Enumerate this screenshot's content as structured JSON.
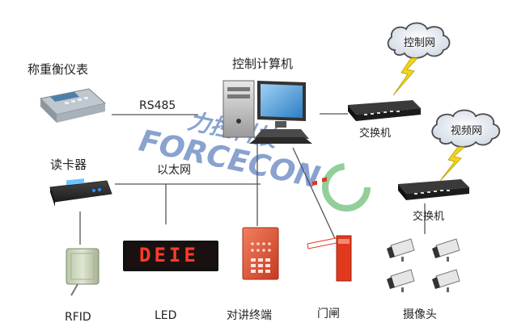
{
  "nodes": {
    "weigh": "称重衡仪表",
    "computer": "控制计算机",
    "reader": "读卡器",
    "rfid": "RFID",
    "led": "LED",
    "intercom": "对讲终端",
    "gate": "门闸",
    "camera": "摄像头",
    "switch_top": "交换机",
    "switch_bottom": "交换机",
    "cloud_control": "控制网",
    "cloud_video": "视频网"
  },
  "links": {
    "rs485": "RS485",
    "ethernet": "以太网"
  },
  "led_display": "DEIE",
  "watermark": {
    "cn": "力控科技",
    "en": "FORCECON"
  },
  "colors": {
    "watermark": "#2a57a8",
    "watermark_ring": "#3aa84a",
    "line": "#555555",
    "lightning": "#f2d51b",
    "gate_arm": "#e0391d"
  },
  "icons": [
    "weighing-scale-icon",
    "computer-icon",
    "card-reader-icon",
    "rfid-reader-icon",
    "led-screen-icon",
    "intercom-icon",
    "barrier-gate-icon",
    "camera-icon",
    "switch-icon",
    "cloud-icon",
    "lightning-icon"
  ]
}
